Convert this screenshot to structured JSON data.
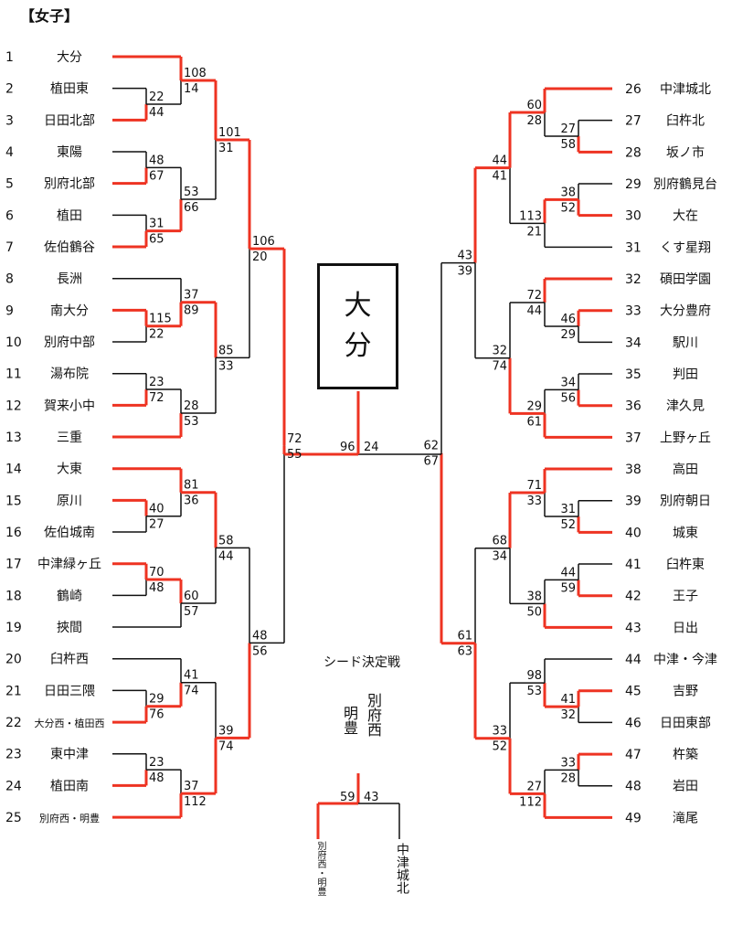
{
  "title": "【女子】",
  "champion": [
    "大",
    "分"
  ],
  "seed_title": "シード決定戦",
  "seed_teams": {
    "right": "別府西",
    "left": "明豊"
  },
  "seed_scores": {
    "left": "59",
    "right": "43"
  },
  "seed_bottom": {
    "left": "別府西・明豊",
    "right": "中津城北"
  },
  "final": {
    "left": "96",
    "right": "24"
  },
  "left_teams": [
    {
      "n": "1",
      "name": "大分"
    },
    {
      "n": "2",
      "name": "植田東"
    },
    {
      "n": "3",
      "name": "日田北部"
    },
    {
      "n": "4",
      "name": "東陽"
    },
    {
      "n": "5",
      "name": "別府北部"
    },
    {
      "n": "6",
      "name": "植田"
    },
    {
      "n": "7",
      "name": "佐伯鶴谷"
    },
    {
      "n": "8",
      "name": "長洲"
    },
    {
      "n": "9",
      "name": "南大分"
    },
    {
      "n": "10",
      "name": "別府中部"
    },
    {
      "n": "11",
      "name": "湯布院"
    },
    {
      "n": "12",
      "name": "賀来小中"
    },
    {
      "n": "13",
      "name": "三重"
    },
    {
      "n": "14",
      "name": "大東"
    },
    {
      "n": "15",
      "name": "原川"
    },
    {
      "n": "16",
      "name": "佐伯城南"
    },
    {
      "n": "17",
      "name": "中津緑ヶ丘"
    },
    {
      "n": "18",
      "name": "鶴崎"
    },
    {
      "n": "19",
      "name": "挾間"
    },
    {
      "n": "20",
      "name": "臼杵西"
    },
    {
      "n": "21",
      "name": "日田三隈"
    },
    {
      "n": "22",
      "name": "大分西・植田西"
    },
    {
      "n": "23",
      "name": "東中津"
    },
    {
      "n": "24",
      "name": "植田南"
    },
    {
      "n": "25",
      "name": "別府西・明豊"
    }
  ],
  "right_teams": [
    {
      "n": "26",
      "name": "中津城北"
    },
    {
      "n": "27",
      "name": "臼杵北"
    },
    {
      "n": "28",
      "name": "坂ノ市"
    },
    {
      "n": "29",
      "name": "別府鶴見台"
    },
    {
      "n": "30",
      "name": "大在"
    },
    {
      "n": "31",
      "name": "くす星翔"
    },
    {
      "n": "32",
      "name": "碩田学園"
    },
    {
      "n": "33",
      "name": "大分豊府"
    },
    {
      "n": "34",
      "name": "駅川"
    },
    {
      "n": "35",
      "name": "判田"
    },
    {
      "n": "36",
      "name": "津久見"
    },
    {
      "n": "37",
      "name": "上野ヶ丘"
    },
    {
      "n": "38",
      "name": "高田"
    },
    {
      "n": "39",
      "name": "別府朝日"
    },
    {
      "n": "40",
      "name": "城東"
    },
    {
      "n": "41",
      "name": "臼杵東"
    },
    {
      "n": "42",
      "name": "王子"
    },
    {
      "n": "43",
      "name": "日出"
    },
    {
      "n": "44",
      "name": "中津・今津"
    },
    {
      "n": "45",
      "name": "吉野"
    },
    {
      "n": "46",
      "name": "日田東部"
    },
    {
      "n": "47",
      "name": "杵築"
    },
    {
      "n": "48",
      "name": "岩田"
    },
    {
      "n": "49",
      "name": "滝尾"
    }
  ],
  "left_scores": [
    [
      "108",
      "14"
    ],
    [
      "22",
      "44"
    ],
    [
      "101",
      "31"
    ],
    [
      "48",
      "67"
    ],
    [
      "53",
      "66"
    ],
    [
      "31",
      "65"
    ],
    [
      "106",
      "20"
    ],
    [
      "37",
      "89"
    ],
    [
      "115",
      "22"
    ],
    [
      "85",
      "33"
    ],
    [
      "23",
      "72"
    ],
    [
      "28",
      "53"
    ],
    [
      "72",
      "55"
    ],
    [
      "81",
      "36"
    ],
    [
      "40",
      "27"
    ],
    [
      "58",
      "44"
    ],
    [
      "70",
      "48"
    ],
    [
      "60",
      "57"
    ],
    [
      "48",
      "56"
    ],
    [
      "41",
      "74"
    ],
    [
      "29",
      "76"
    ],
    [
      "39",
      "74"
    ],
    [
      "23",
      "48"
    ],
    [
      "37",
      "112"
    ]
  ],
  "right_scores": [
    [
      "60",
      "28"
    ],
    [
      "27",
      "58"
    ],
    [
      "44",
      "41"
    ],
    [
      "38",
      "52"
    ],
    [
      "113",
      "21"
    ],
    [
      "43",
      "39"
    ],
    [
      "72",
      "44"
    ],
    [
      "46",
      "29"
    ],
    [
      "32",
      "74"
    ],
    [
      "34",
      "56"
    ],
    [
      "29",
      "61"
    ],
    [
      "62",
      "67"
    ],
    [
      "71",
      "33"
    ],
    [
      "31",
      "52"
    ],
    [
      "68",
      "34"
    ],
    [
      "44",
      "59"
    ],
    [
      "38",
      "50"
    ],
    [
      "61",
      "63"
    ],
    [
      "98",
      "53"
    ],
    [
      "41",
      "32"
    ],
    [
      "33",
      "52"
    ],
    [
      "33",
      "28"
    ],
    [
      "27",
      "112"
    ]
  ],
  "colors": {
    "winner": "#ee3322",
    "loser": "#111111"
  }
}
